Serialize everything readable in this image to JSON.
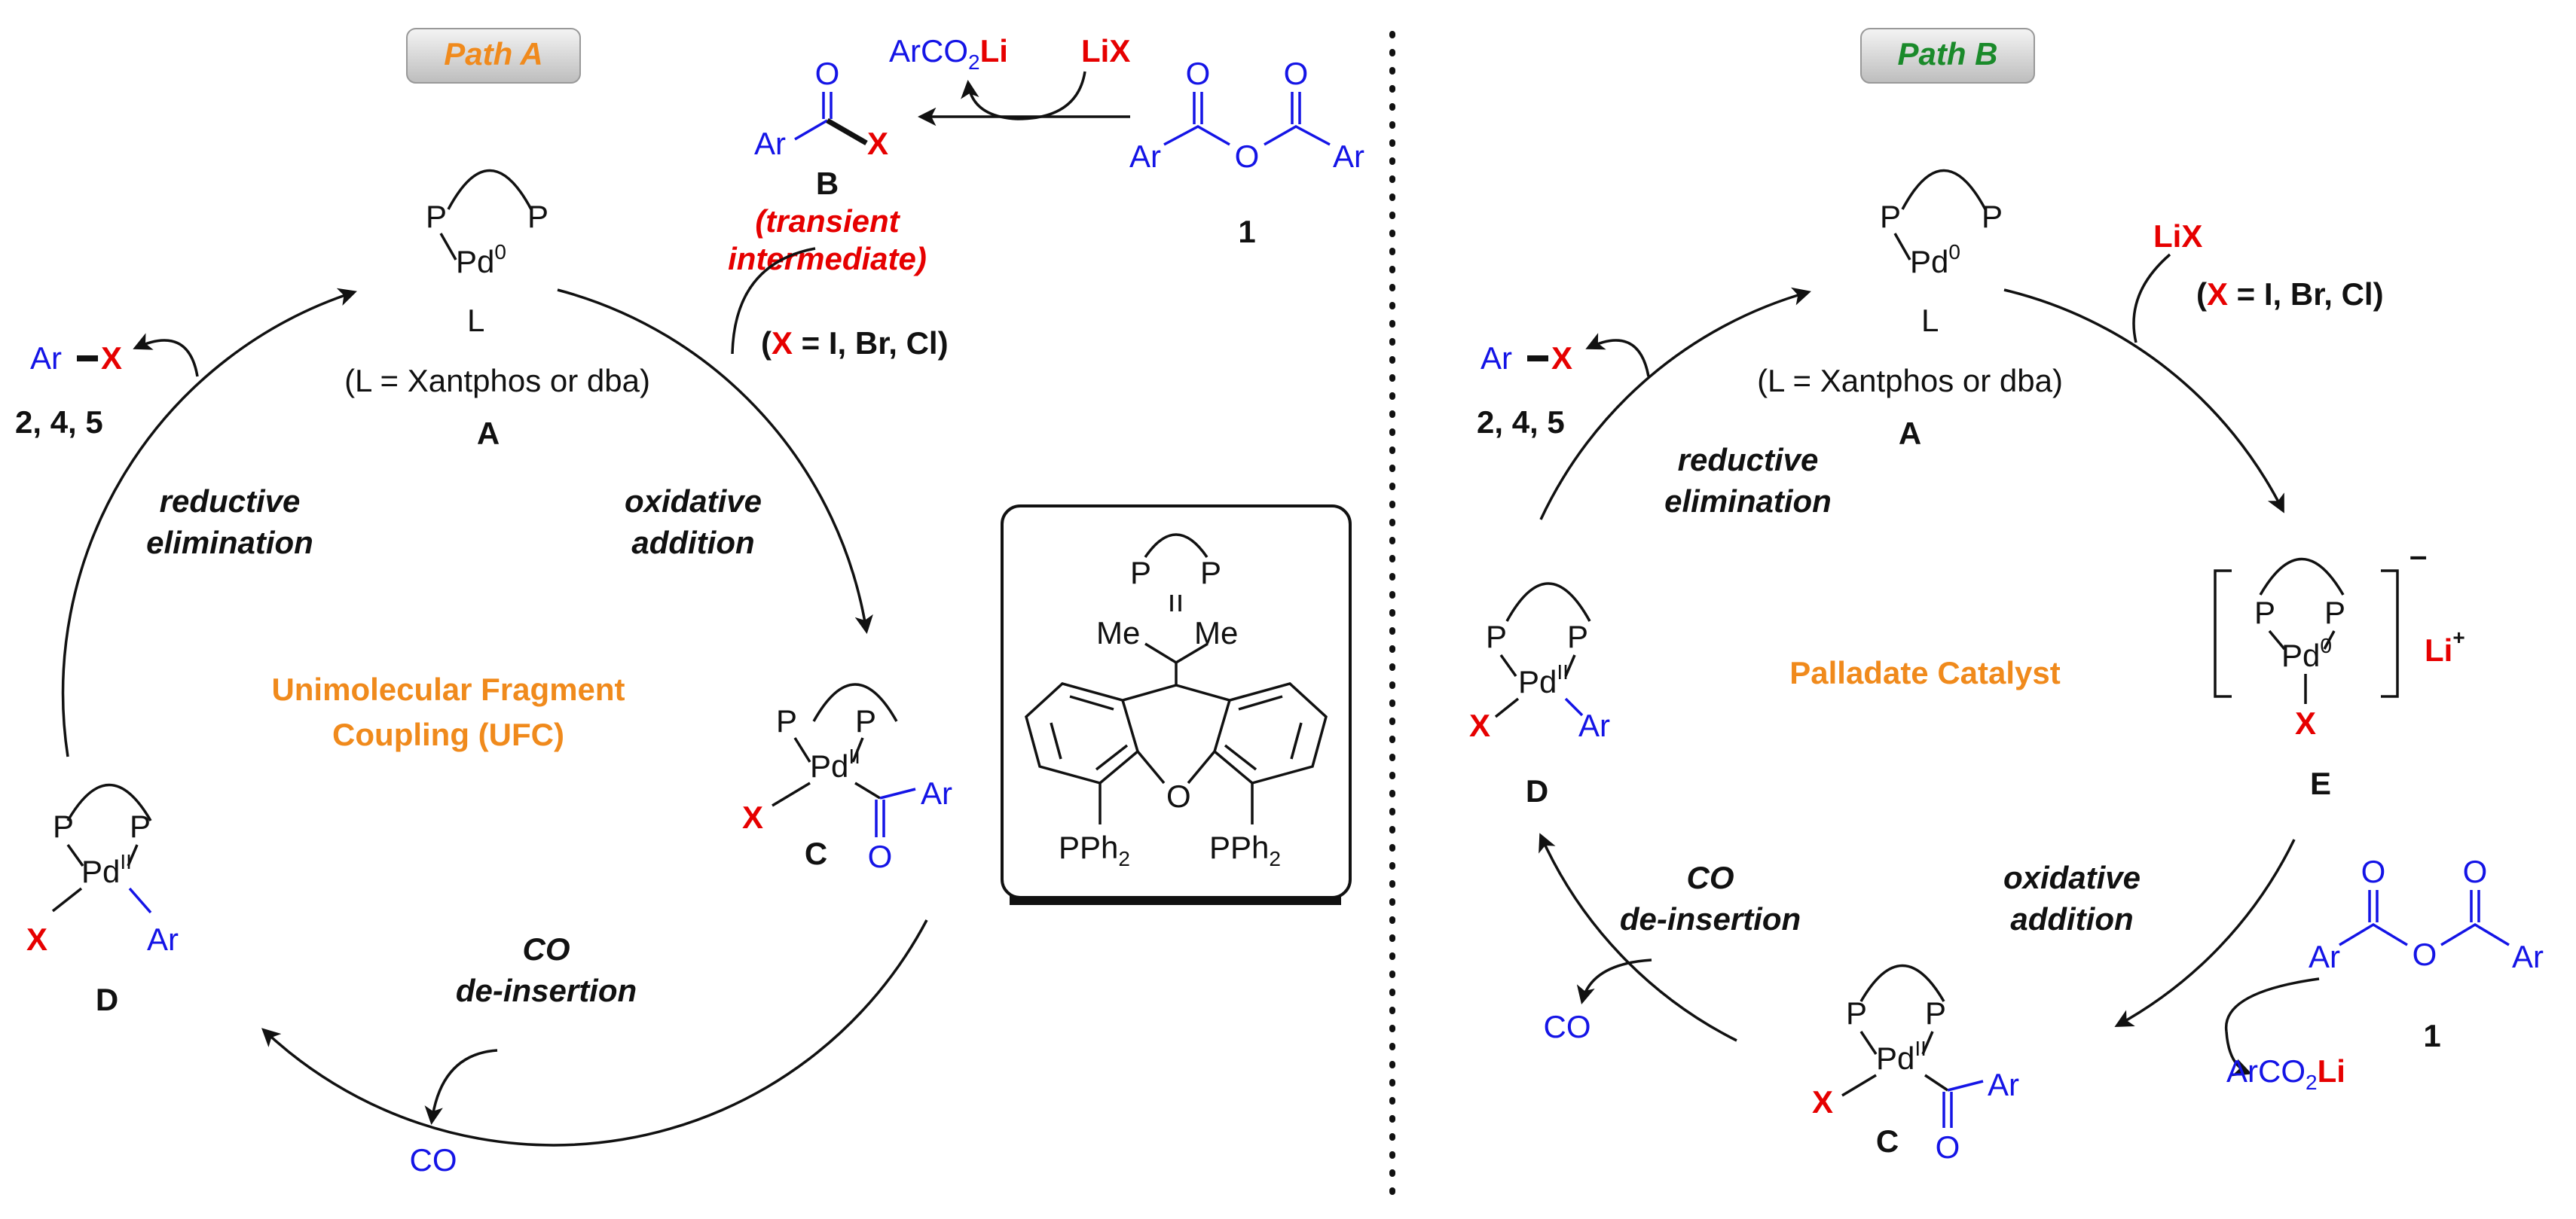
{
  "colors": {
    "accent_orange": "#f08a1c",
    "path_b_green": "#1a8a2a",
    "blue": "#1414e6",
    "red": "#e60000"
  },
  "path_a": {
    "tab_label": "Path A",
    "center_label_line1": "Unimolecular Fragment",
    "center_label_line2": "Coupling (UFC)",
    "reagents": {
      "arco2": "ArCO",
      "arco2_sub": "2",
      "li": "Li",
      "lix": "LiX"
    },
    "intermediate_b": {
      "carbonyl_o": "O",
      "ar": "Ar",
      "x": "X",
      "label": "B",
      "note_line1": "(transient",
      "note_line2": "intermediate)"
    },
    "anhydride": {
      "o_left": "O",
      "o_right": "O",
      "o_bridge": "O",
      "ar_left": "Ar",
      "ar_right": "Ar",
      "label": "1"
    },
    "halide_note": {
      "open": "(",
      "x": "X",
      "rest": " = I, Br, Cl)"
    },
    "complex_a": {
      "p_left": "P",
      "p_right": "P",
      "pd": "Pd",
      "ox": "0",
      "l": "L",
      "l_def": "(L = Xantphos or dba)",
      "label": "A"
    },
    "product": {
      "ar": "Ar",
      "x": "X",
      "labels": "2, 4, 5"
    },
    "steps": {
      "re_line1": "reductive",
      "re_line2": "elimination",
      "oa_line1": "oxidative",
      "oa_line2": "addition",
      "co_line1": "CO",
      "co_line2": "de-insertion"
    },
    "complex_c": {
      "p_left": "P",
      "p_right": "P",
      "pd": "Pd",
      "ox": "II",
      "x": "X",
      "ar": "Ar",
      "o": "O",
      "label": "C"
    },
    "complex_d": {
      "p_left": "P",
      "p_right": "P",
      "pd": "Pd",
      "ox": "II",
      "x": "X",
      "ar": "Ar",
      "label": "D"
    },
    "co_released": "CO"
  },
  "xantphos_box": {
    "p_left": "P",
    "p_right": "P",
    "me_left": "Me",
    "me_right": "Me",
    "o": "O",
    "pph2_left": "PPh",
    "pph2_right": "PPh",
    "sub2": "2"
  },
  "path_b": {
    "tab_label": "Path B",
    "center_label": "Palladate Catalyst",
    "reagent_lix": "LiX",
    "halide_note": {
      "open": "(",
      "x": "X",
      "rest": " = I, Br, Cl)"
    },
    "complex_a": {
      "p_left": "P",
      "p_right": "P",
      "pd": "Pd",
      "ox": "0",
      "l": "L",
      "l_def": "(L = Xantphos or dba)",
      "label": "A"
    },
    "product": {
      "ar": "Ar",
      "x": "X",
      "labels": "2, 4, 5"
    },
    "steps": {
      "re_line1": "reductive",
      "re_line2": "elimination",
      "oa_line1": "oxidative",
      "oa_line2": "addition",
      "co_line1": "CO",
      "co_line2": "de-insertion"
    },
    "complex_e": {
      "p_left": "P",
      "p_right": "P",
      "pd": "Pd",
      "ox": "0",
      "x": "X",
      "charge": "–",
      "li": "Li",
      "plus": "+",
      "label": "E"
    },
    "complex_d": {
      "p_left": "P",
      "p_right": "P",
      "pd": "Pd",
      "ox": "II",
      "x": "X",
      "ar": "Ar",
      "label": "D"
    },
    "complex_c": {
      "p_left": "P",
      "p_right": "P",
      "pd": "Pd",
      "ox": "II",
      "x": "X",
      "ar": "Ar",
      "o": "O",
      "label": "C"
    },
    "anhydride": {
      "o_left": "O",
      "o_right": "O",
      "o_bridge": "O",
      "ar_left": "Ar",
      "ar_right": "Ar",
      "label": "1"
    },
    "byproduct": {
      "arco2": "ArCO",
      "sub": "2",
      "li": "Li"
    },
    "co_released": "CO"
  }
}
